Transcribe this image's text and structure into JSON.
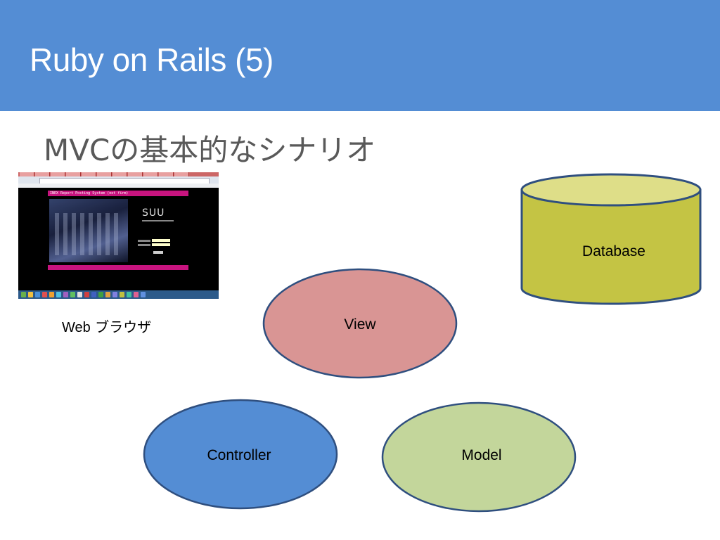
{
  "slide": {
    "title": "Ruby on Rails (5)",
    "subtitle": "MVCの基本的なシナリオ",
    "colors": {
      "title_bar": "#548dd4",
      "title_text": "#ffffff",
      "subtitle_text": "#595959"
    }
  },
  "screenshot": {
    "banner_text": "INEX Report Posting System (not firm)",
    "logo_text": "SUU",
    "caption_latin": "Web",
    "caption_jp": "ブラウザ"
  },
  "nodes": {
    "view": {
      "label": "View",
      "fill": "#d99594",
      "stroke": "#2f4f7f"
    },
    "controller": {
      "label": "Controller",
      "fill": "#548dd4",
      "stroke": "#2f4f7f"
    },
    "model": {
      "label": "Model",
      "fill": "#c3d69b",
      "stroke": "#2f4f7f"
    },
    "database": {
      "label": "Database",
      "fill": "#c4c444",
      "top_fill": "#dede88",
      "stroke": "#2f4f7f"
    }
  }
}
